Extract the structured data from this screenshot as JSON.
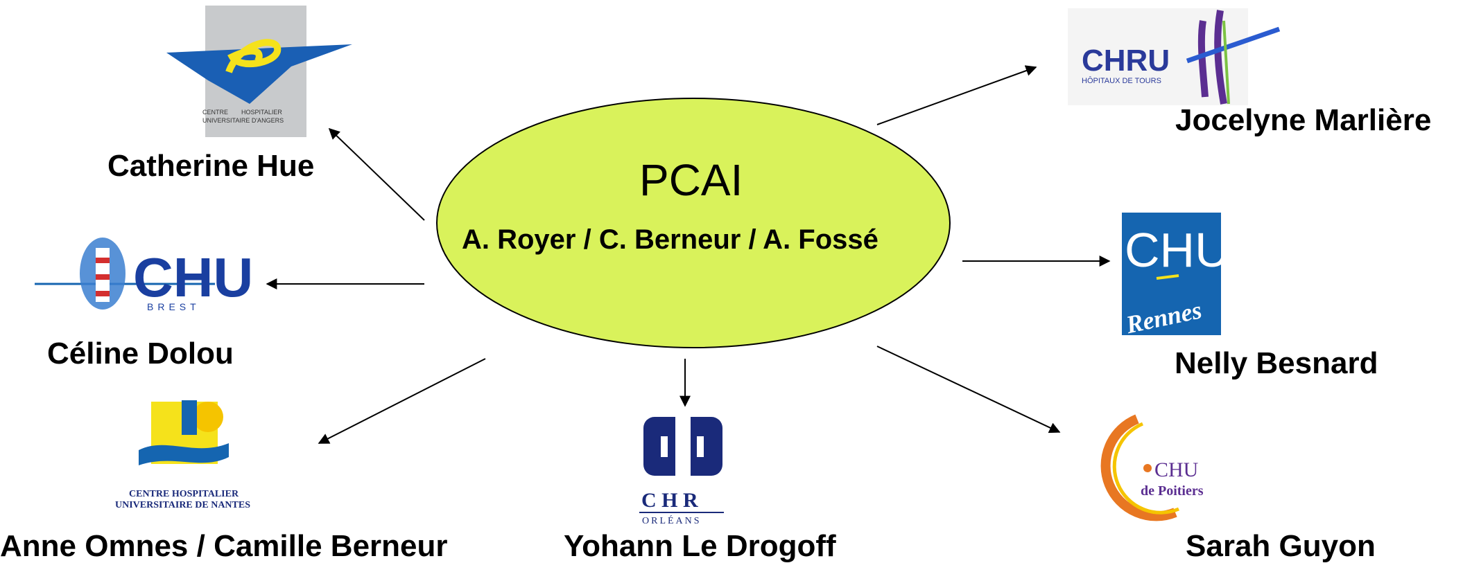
{
  "center": {
    "title": "PCAI",
    "subtitle": "A. Royer / C. Berneur / A. Fossé",
    "fill": "#d9f25b"
  },
  "people": [
    {
      "name": "Catherine Hue"
    },
    {
      "name": "Céline Dolou"
    },
    {
      "name": "Anne Omnes / Camille Berneur"
    },
    {
      "name": "Yohann Le Drogoff"
    },
    {
      "name": "Sarah Guyon"
    },
    {
      "name": "Nelly Besnard"
    },
    {
      "name": "Jocelyne Marlière"
    }
  ],
  "logos": {
    "angers": {
      "line1": "CENTRE",
      "line1b": "HOSPITALIER",
      "line2": "UNIVERSITAIRE D'ANGERS"
    },
    "brest": {
      "text": "CHU",
      "sub": "BREST"
    },
    "nantes": {
      "line1": "CENTRE HOSPITALIER",
      "line2": "UNIVERSITAIRE DE NANTES"
    },
    "orleans": {
      "text": "C H R",
      "sub": "ORLÉANS"
    },
    "poitiers": {
      "text": "CHU",
      "sub": "de Poitiers"
    },
    "rennes": {
      "text": "CHU",
      "sub": "Rennes"
    },
    "tours": {
      "text": "CHRU",
      "sub": "HÔPITAUX DE TOURS"
    }
  },
  "colors": {
    "navy": "#1a2a7a",
    "yellow": "#f5e21b",
    "blue": "#1565b0",
    "orange": "#e87722",
    "purple": "#5b2e91",
    "green": "#7cc243"
  }
}
